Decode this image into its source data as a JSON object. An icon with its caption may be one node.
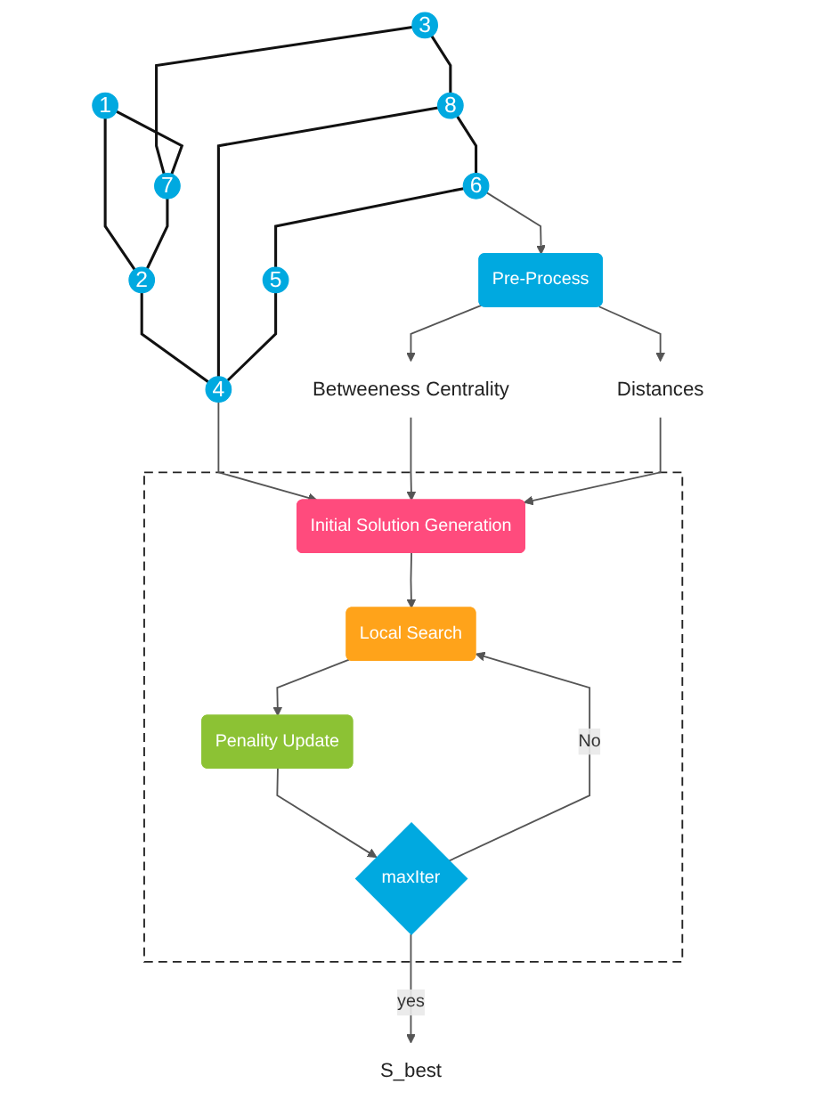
{
  "diagram": {
    "nodes": [
      {
        "text": [
          "3"
        ]
      },
      {
        "text": [
          "8"
        ]
      },
      {
        "text": [
          "1"
        ]
      },
      {
        "text": [
          "7"
        ]
      },
      {
        "text": [
          "6"
        ]
      },
      {
        "text": [
          "5"
        ]
      },
      {
        "text": [
          "2"
        ]
      },
      {
        "text": [
          "4"
        ]
      },
      {
        "text": [
          "Pre-Process"
        ]
      },
      {
        "text": [
          "Betweeness Centrality"
        ]
      },
      {
        "text": [
          "Distances"
        ]
      },
      {
        "text": [],
        "shape": "box"
      },
      {
        "text": [
          "Initial Solution Generation"
        ],
        "in": 11
      },
      {
        "text": [
          "Local Search"
        ],
        "in": 11
      },
      {
        "text": [
          "Penality Update"
        ],
        "in": 11
      },
      {
        "text": [
          "maxIter"
        ],
        "in": 11
      },
      {
        "text": [
          "S_best"
        ]
      }
    ],
    "edges": [
      {
        "from": 0,
        "to": 1,
        "arrow": "none"
      },
      {
        "from": 0,
        "to": 3,
        "arrow": "none"
      },
      {
        "from": 2,
        "to": 3,
        "arrow": "none"
      },
      {
        "from": 2,
        "to": 6,
        "arrow": "none"
      },
      {
        "from": 3,
        "to": 6,
        "arrow": "none"
      },
      {
        "from": 6,
        "to": 7,
        "arrow": "none"
      },
      {
        "from": 1,
        "to": 7,
        "arrow": "none"
      },
      {
        "from": 1,
        "to": 4,
        "arrow": "none"
      },
      {
        "from": 4,
        "to": 5,
        "arrow": "none"
      },
      {
        "from": 5,
        "to": 7,
        "arrow": "none"
      },
      {
        "from": 4,
        "to": 8,
        "arrow": "to"
      },
      {
        "from": 8,
        "to": 9,
        "arrow": "to"
      },
      {
        "from": 8,
        "to": 10,
        "arrow": "to"
      },
      {
        "from": 7,
        "to": 12,
        "arrow": "to"
      },
      {
        "from": 9,
        "to": 12,
        "arrow": "to"
      },
      {
        "from": 10,
        "to": 12,
        "arrow": "to"
      },
      {
        "from": 12,
        "to": 13,
        "arrow": "to"
      },
      {
        "from": 13,
        "to": 14,
        "arrow": "to"
      },
      {
        "from": 14,
        "to": 15,
        "arrow": "to"
      },
      {
        "from": 15,
        "to": 13,
        "label": "No",
        "arrow": "to"
      },
      {
        "from": 15,
        "to": 16,
        "label": "yes",
        "arrow": "to"
      }
    ]
  }
}
